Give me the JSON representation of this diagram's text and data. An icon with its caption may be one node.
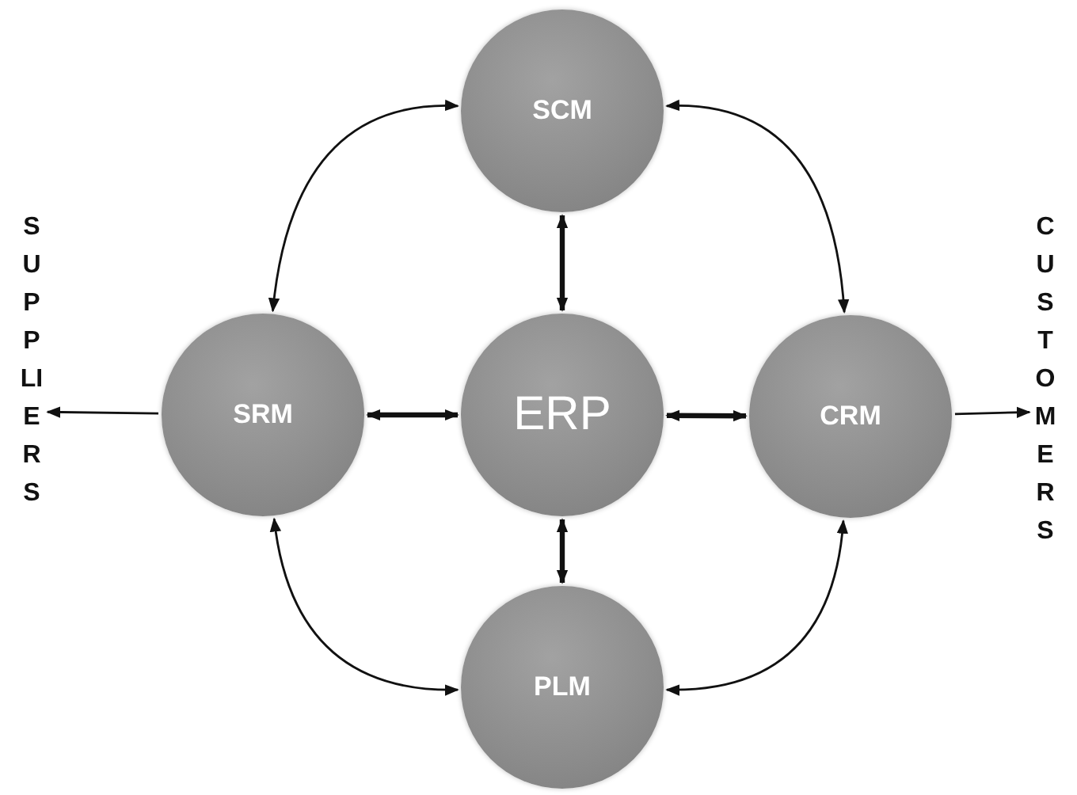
{
  "diagram": {
    "nodes": [
      {
        "text": [
          "SCM"
        ]
      },
      {
        "text": [
          "SRM"
        ]
      },
      {
        "text": [
          "ERP"
        ]
      },
      {
        "text": [
          "CRM"
        ]
      },
      {
        "text": [
          "PLM"
        ]
      },
      {
        "text": [
          "SUPPLIERS"
        ]
      },
      {
        "text": [
          "CUSTOMERS"
        ]
      }
    ],
    "edges": [
      {
        "from": 0,
        "to": 1,
        "arrow": "both"
      },
      {
        "from": 0,
        "to": 3,
        "arrow": "both"
      },
      {
        "from": 0,
        "to": 2,
        "arrow": "both",
        "style": "thick"
      },
      {
        "from": 1,
        "to": 2,
        "arrow": "both",
        "style": "thick"
      },
      {
        "from": 2,
        "to": 3,
        "arrow": "both",
        "style": "thick"
      },
      {
        "from": 2,
        "to": 4,
        "arrow": "both",
        "style": "thick"
      },
      {
        "from": 1,
        "to": 4,
        "arrow": "both"
      },
      {
        "from": 4,
        "to": 3,
        "arrow": "both"
      },
      {
        "from": 1,
        "to": 5,
        "arrow": "to"
      },
      {
        "from": 3,
        "to": 6,
        "arrow": "to"
      }
    ]
  }
}
